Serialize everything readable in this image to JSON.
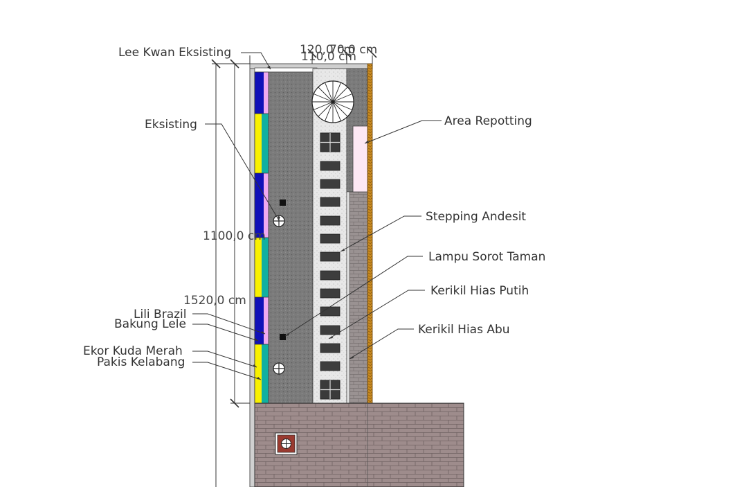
{
  "labels": {
    "lee_kwan": "Lee Kwan Eksisting",
    "eksisting": "Eksisting",
    "area_repotting": "Area Repotting",
    "stepping": "Stepping Andesit",
    "lampu": "Lampu Sorot Taman",
    "kerikil_putih": "Kerikil Hias Putih",
    "kerikil_abu": "Kerikil Hias Abu",
    "lili": "Lili Brazil",
    "bakung": "Bakung Lele",
    "ekor_kuda": "Ekor Kuda Merah",
    "pakis": "Pakis Kelabang"
  },
  "dimensions": {
    "top_a": "120,0 cm",
    "top_b": "70,0 cm",
    "top_c": "110,0 cm",
    "v1100": "1100,0 cm",
    "v1520": "1520,0 cm"
  },
  "colors": {
    "bed_blue": "#1010b8",
    "bed_yellow": "#f8f000",
    "bed_pink": "#f0a8f0",
    "bed_teal": "#10b0a0",
    "gravel_grey": "#7a7a7a",
    "gravel_white": "#e6e6e6",
    "paving": "#9c8a8a",
    "wood": "#c88a20"
  }
}
